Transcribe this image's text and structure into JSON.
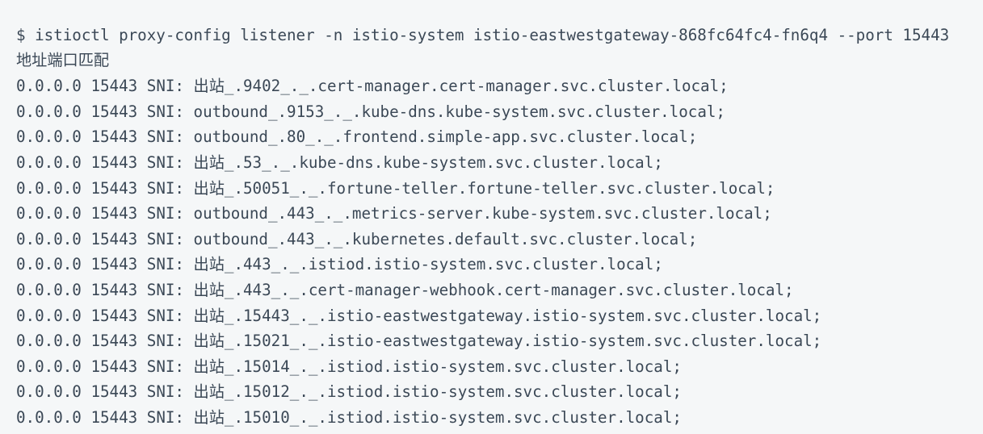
{
  "colors": {
    "background": "#f5f7f8",
    "text": "#3b4856"
  },
  "terminal": {
    "command": "$ istioctl proxy-config listener -n istio-system istio-eastwestgateway-868fc64fc4-fn6q4 --port 15443",
    "header": "地址端口匹配",
    "rows": [
      {
        "address": "0.0.0.0",
        "port": "15443",
        "match": "SNI: 出站_.9402_._.cert-manager.cert-manager.svc.cluster.local;"
      },
      {
        "address": "0.0.0.0",
        "port": "15443",
        "match": "SNI: outbound_.9153_._.kube-dns.kube-system.svc.cluster.local;"
      },
      {
        "address": "0.0.0.0",
        "port": "15443",
        "match": "SNI: outbound_.80_._.frontend.simple-app.svc.cluster.local;"
      },
      {
        "address": "0.0.0.0",
        "port": "15443",
        "match": "SNI: 出站_.53_._.kube-dns.kube-system.svc.cluster.local;"
      },
      {
        "address": "0.0.0.0",
        "port": "15443",
        "match": "SNI: 出站_.50051_._.fortune-teller.fortune-teller.svc.cluster.local;"
      },
      {
        "address": "0.0.0.0",
        "port": "15443",
        "match": "SNI: outbound_.443_._.metrics-server.kube-system.svc.cluster.local;"
      },
      {
        "address": "0.0.0.0",
        "port": "15443",
        "match": "SNI: outbound_.443_._.kubernetes.default.svc.cluster.local;"
      },
      {
        "address": "0.0.0.0",
        "port": "15443",
        "match": "SNI: 出站_.443_._.istiod.istio-system.svc.cluster.local;"
      },
      {
        "address": "0.0.0.0",
        "port": "15443",
        "match": "SNI: 出站_.443_._.cert-manager-webhook.cert-manager.svc.cluster.local;"
      },
      {
        "address": "0.0.0.0",
        "port": "15443",
        "match": "SNI: 出站_.15443_._.istio-eastwestgateway.istio-system.svc.cluster.local;"
      },
      {
        "address": "0.0.0.0",
        "port": "15443",
        "match": "SNI: 出站_.15021_._.istio-eastwestgateway.istio-system.svc.cluster.local;"
      },
      {
        "address": "0.0.0.0",
        "port": "15443",
        "match": "SNI: 出站_.15014_._.istiod.istio-system.svc.cluster.local;"
      },
      {
        "address": "0.0.0.0",
        "port": "15443",
        "match": "SNI: 出站_.15012_._.istiod.istio-system.svc.cluster.local;"
      },
      {
        "address": "0.0.0.0",
        "port": "15443",
        "match": "SNI: 出站_.15010_._.istiod.istio-system.svc.cluster.local;"
      }
    ]
  }
}
